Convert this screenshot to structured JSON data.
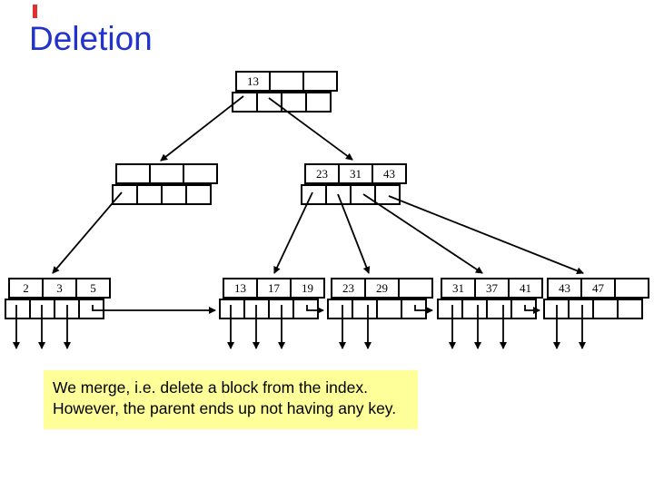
{
  "slide": {
    "title": "Deletion",
    "title_color": "#2233cc",
    "accent_color": "#e03132",
    "note_bg_color": "#ffff99"
  },
  "note": {
    "text": "We merge, i.e. delete a block from the index. However, the parent ends up not having any key."
  },
  "tree": {
    "root": {
      "keys": [
        "13",
        "",
        ""
      ]
    },
    "inner_left": {
      "keys": [
        "",
        "",
        ""
      ]
    },
    "inner_right": {
      "keys": [
        "23",
        "31",
        "43"
      ]
    },
    "leaves": [
      {
        "keys": [
          "2",
          "3",
          "5"
        ]
      },
      {
        "keys": [
          "13",
          "17",
          "19"
        ]
      },
      {
        "keys": [
          "23",
          "29",
          ""
        ]
      },
      {
        "keys": [
          "31",
          "37",
          "41"
        ]
      },
      {
        "keys": [
          "43",
          "47",
          ""
        ]
      }
    ]
  }
}
